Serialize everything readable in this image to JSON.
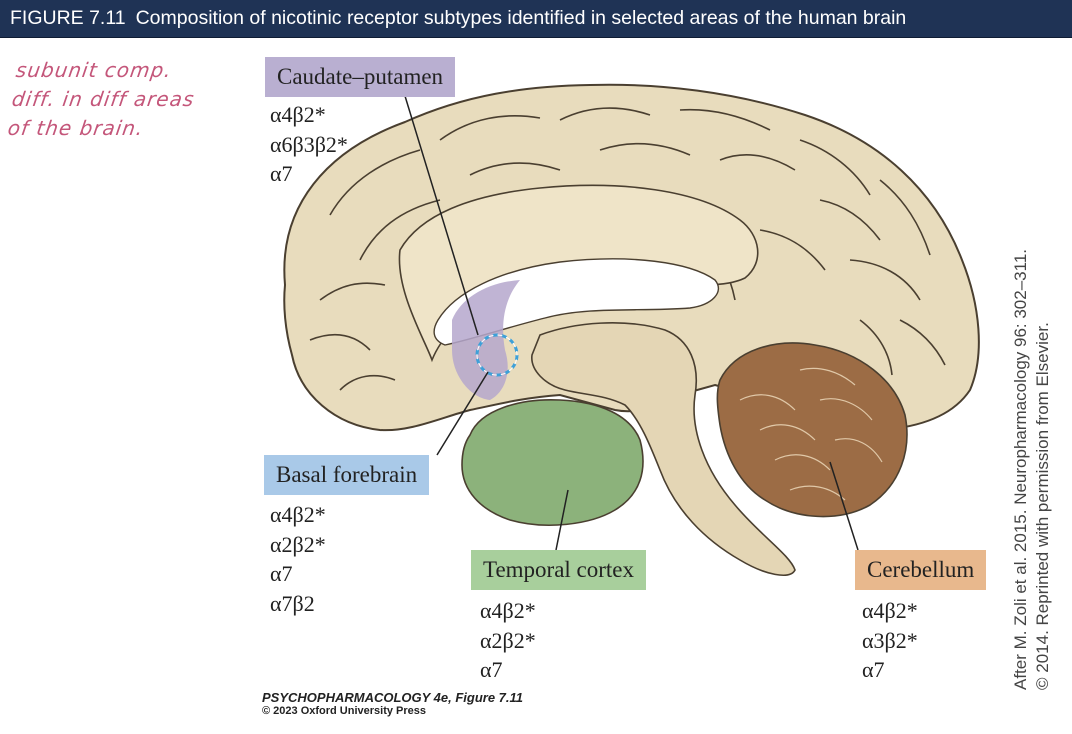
{
  "header": {
    "figure_number": "FIGURE 7.11",
    "title": "Composition of nicotinic receptor subtypes identified in selected areas of the human brain"
  },
  "handwritten_note": [
    "subunit comp.",
    "diff. in diff areas",
    "of the brain."
  ],
  "regions": {
    "caudate": {
      "label": "Caudate–putamen",
      "subunits": [
        "α4β2*",
        "α6β3β2*",
        "α7"
      ],
      "color": "#b9afd1"
    },
    "basal": {
      "label": "Basal forebrain",
      "subunits": [
        "α4β2*",
        "α2β2*",
        "α7",
        "α7β2"
      ],
      "color": "#a9c9e8"
    },
    "temporal": {
      "label": "Temporal cortex",
      "subunits": [
        "α4β2*",
        "α2β2*",
        "α7"
      ],
      "color": "#a8cf9c"
    },
    "cerebellum": {
      "label": "Cerebellum",
      "subunits": [
        "α4β2*",
        "α3β2*",
        "α7"
      ],
      "color": "#e8b88d"
    }
  },
  "credit": {
    "line1": "After M. Zoli et al. 2015. Neuropharmacology 96: 302–311.",
    "line2": "© 2014. Reprinted with permission from Elsevier."
  },
  "book": {
    "title": "PSYCHOPHARMACOLOGY 4e, Figure 7.11",
    "copyright": "© 2023 Oxford University Press"
  }
}
